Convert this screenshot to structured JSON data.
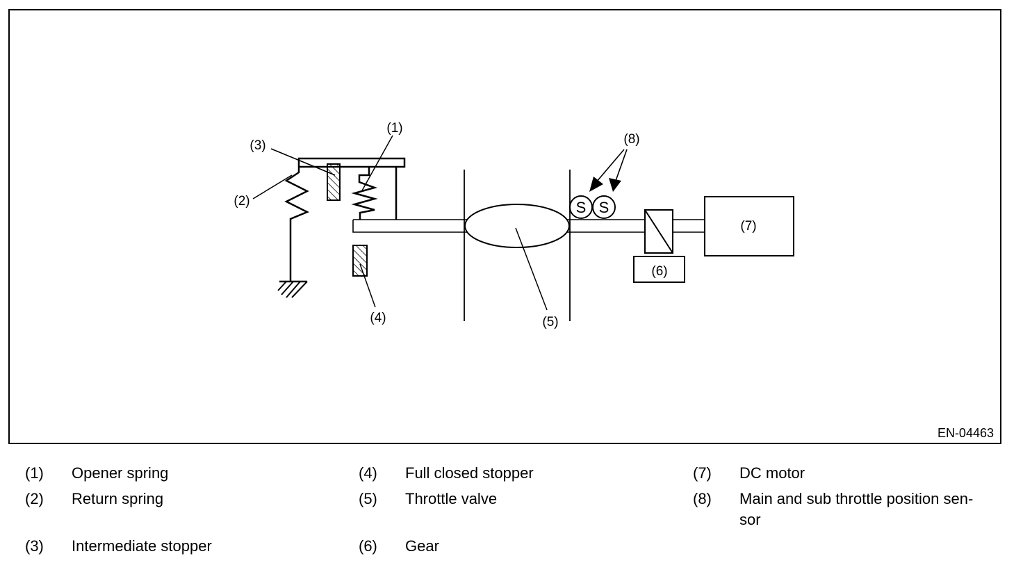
{
  "figure_id": "EN-04463",
  "callouts": {
    "c1": "(1)",
    "c2": "(2)",
    "c3": "(3)",
    "c4": "(4)",
    "c5": "(5)",
    "c6": "(6)",
    "c7": "(7)",
    "c8": "(8)",
    "sensor_letter": "S"
  },
  "legend": [
    {
      "num": "(1)",
      "text": "Opener spring"
    },
    {
      "num": "(2)",
      "text": "Return spring"
    },
    {
      "num": "(3)",
      "text": "Intermediate stopper"
    },
    {
      "num": "(4)",
      "text": "Full closed stopper"
    },
    {
      "num": "(5)",
      "text": "Throttle valve"
    },
    {
      "num": "(6)",
      "text": "Gear"
    },
    {
      "num": "(7)",
      "text": "DC motor"
    },
    {
      "num": "(8)",
      "text": "Main and sub throttle position sen-sor"
    }
  ]
}
